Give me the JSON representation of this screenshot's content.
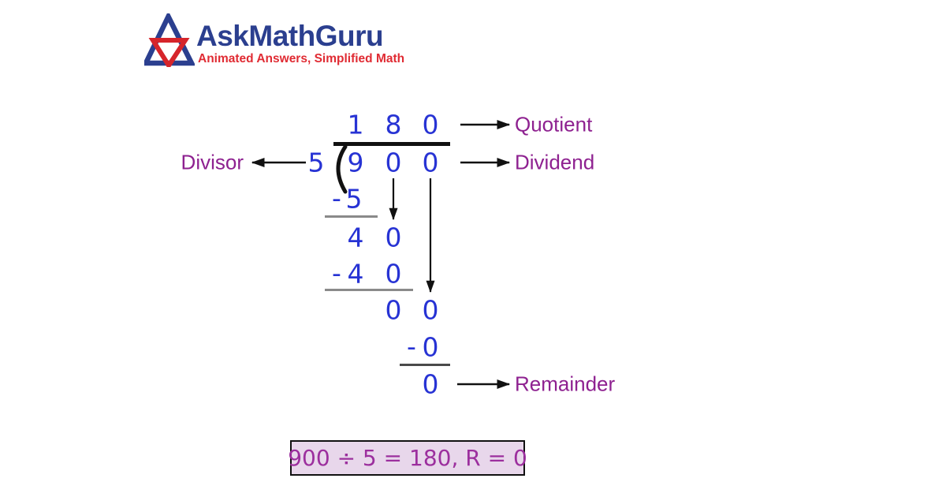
{
  "logo": {
    "title": "AskMathGuru",
    "tagline": "Animated Answers, Simplified Math"
  },
  "division": {
    "quotient": [
      "1",
      "8",
      "0"
    ],
    "divisor": "5",
    "dividend": [
      "9",
      "0",
      "0"
    ],
    "labels": {
      "quotient": "Quotient",
      "dividend": "Dividend",
      "divisor": "Divisor",
      "remainder": "Remainder"
    },
    "steps": {
      "s1_minus": "-",
      "s1_d1": "5",
      "s2_d1": "4",
      "s2_d2": "0",
      "s3_minus": "-",
      "s3_d1": "4",
      "s3_d2": "0",
      "s4_d2": "0",
      "s4_d3": "0",
      "s5_minus": "-",
      "s5_d3": "0",
      "final_d3": "0"
    }
  },
  "summary": {
    "equation": "900 ÷ 5 = 180, R = 0"
  },
  "colors": {
    "digit_blue": "#2733d4",
    "label_purple": "#8e2190",
    "logo_blue": "#2b3f8f",
    "logo_red": "#e02b33",
    "summary_bg": "#e8d7eb",
    "summary_text": "#9c2f9e",
    "line_black": "#111111",
    "subtraction_line_gray": "#8a8a8a"
  }
}
